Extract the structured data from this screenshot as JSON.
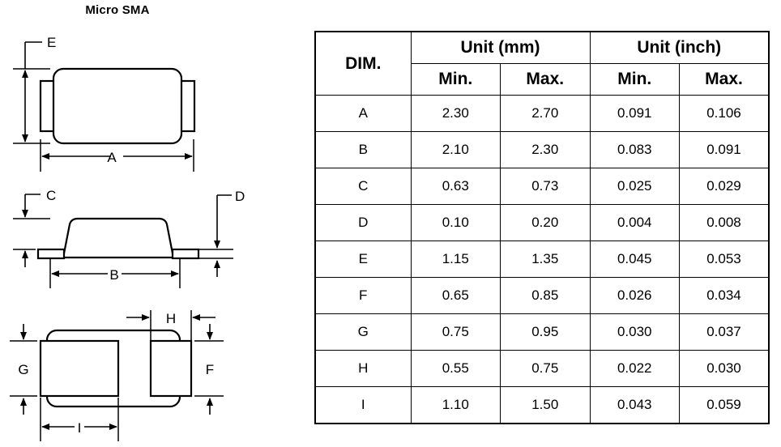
{
  "title": "Micro SMA",
  "table": {
    "dim_header": "DIM.",
    "unit_groups": [
      "Unit (mm)",
      "Unit (inch)"
    ],
    "sub_headers": [
      "Min.",
      "Max.",
      "Min.",
      "Max."
    ],
    "rows": [
      {
        "dim": "A",
        "mm_min": "2.30",
        "mm_max": "2.70",
        "in_min": "0.091",
        "in_max": "0.106"
      },
      {
        "dim": "B",
        "mm_min": "2.10",
        "mm_max": "2.30",
        "in_min": "0.083",
        "in_max": "0.091"
      },
      {
        "dim": "C",
        "mm_min": "0.63",
        "mm_max": "0.73",
        "in_min": "0.025",
        "in_max": "0.029"
      },
      {
        "dim": "D",
        "mm_min": "0.10",
        "mm_max": "0.20",
        "in_min": "0.004",
        "in_max": "0.008"
      },
      {
        "dim": "E",
        "mm_min": "1.15",
        "mm_max": "1.35",
        "in_min": "0.045",
        "in_max": "0.053"
      },
      {
        "dim": "F",
        "mm_min": "0.65",
        "mm_max": "0.85",
        "in_min": "0.026",
        "in_max": "0.034"
      },
      {
        "dim": "G",
        "mm_min": "0.75",
        "mm_max": "0.95",
        "in_min": "0.030",
        "in_max": "0.037"
      },
      {
        "dim": "H",
        "mm_min": "0.55",
        "mm_max": "0.75",
        "in_min": "0.022",
        "in_max": "0.030"
      },
      {
        "dim": "I",
        "mm_min": "1.10",
        "mm_max": "1.50",
        "in_min": "0.043",
        "in_max": "0.059"
      }
    ]
  },
  "drawings": {
    "top_view": {
      "labels": {
        "e": "E",
        "a": "A"
      }
    },
    "side_view": {
      "labels": {
        "c": "C",
        "d": "D",
        "b": "B"
      }
    },
    "bottom_view": {
      "labels": {
        "g": "G",
        "f": "F",
        "h": "H",
        "i": "I"
      }
    }
  },
  "colors": {
    "line": "#000000",
    "background": "#ffffff"
  }
}
